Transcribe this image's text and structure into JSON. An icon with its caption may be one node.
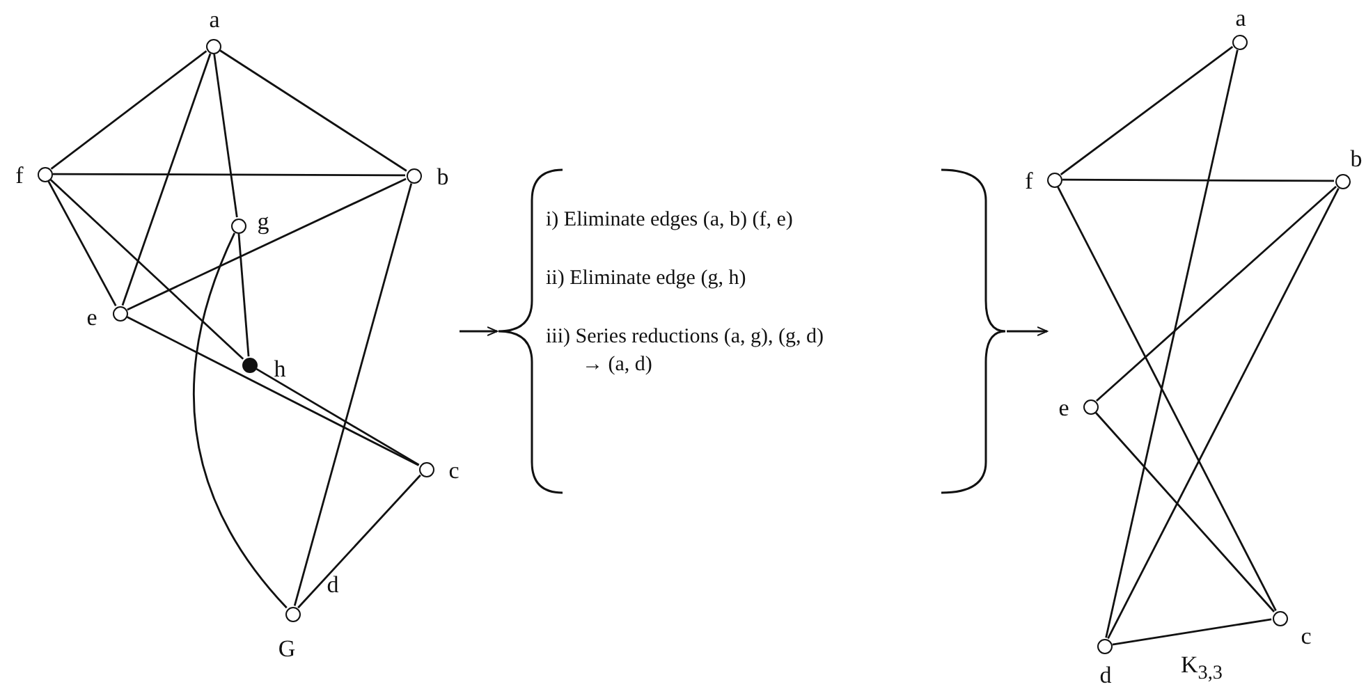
{
  "diagram": {
    "nodes": [
      {
        "text": [
          "a"
        ]
      },
      {
        "text": [
          "f"
        ]
      },
      {
        "text": [
          "b"
        ]
      },
      {
        "text": [
          "g"
        ]
      },
      {
        "text": [
          "e"
        ]
      },
      {
        "text": [
          "h"
        ]
      },
      {
        "text": [
          "c"
        ]
      },
      {
        "text": [
          "d"
        ]
      },
      {
        "text": [
          "i) Eliminate edges (a, b) (f, e)",
          "ii) Eliminate edge (g, h)",
          "iii) Series reductions (a, g), (g, d) → (a, d)"
        ]
      },
      {
        "text": [
          "a"
        ]
      },
      {
        "text": [
          "f"
        ]
      },
      {
        "text": [
          "b"
        ]
      },
      {
        "text": [
          "e"
        ]
      },
      {
        "text": [
          "c"
        ]
      },
      {
        "text": [
          "d"
        ]
      }
    ],
    "edges": [
      {
        "from": 0,
        "to": 1,
        "arrow": "none"
      },
      {
        "from": 0,
        "to": 2,
        "arrow": "none"
      },
      {
        "from": 0,
        "to": 4,
        "arrow": "none"
      },
      {
        "from": 0,
        "to": 3,
        "arrow": "none"
      },
      {
        "from": 1,
        "to": 2,
        "arrow": "none"
      },
      {
        "from": 1,
        "to": 4,
        "arrow": "none"
      },
      {
        "from": 1,
        "to": 5,
        "arrow": "none"
      },
      {
        "from": 5,
        "to": 6,
        "arrow": "none"
      },
      {
        "from": 2,
        "to": 4,
        "arrow": "none"
      },
      {
        "from": 2,
        "to": 7,
        "arrow": "none"
      },
      {
        "from": 3,
        "to": 5,
        "arrow": "none"
      },
      {
        "from": 3,
        "to": 7,
        "arrow": "none"
      },
      {
        "from": 4,
        "to": 6,
        "arrow": "none"
      },
      {
        "from": 6,
        "to": 7,
        "arrow": "none"
      },
      {
        "from": null,
        "to": 8,
        "arrow": "to"
      },
      {
        "from": 8,
        "to": null,
        "arrow": "to"
      },
      {
        "from": 9,
        "to": 10,
        "arrow": "none"
      },
      {
        "from": 9,
        "to": 14,
        "arrow": "none"
      },
      {
        "from": 10,
        "to": 11,
        "arrow": "none"
      },
      {
        "from": 10,
        "to": 13,
        "arrow": "none"
      },
      {
        "from": 11,
        "to": 12,
        "arrow": "none"
      },
      {
        "from": 11,
        "to": 14,
        "arrow": "none"
      },
      {
        "from": 12,
        "to": 13,
        "arrow": "none"
      },
      {
        "from": 14,
        "to": 13,
        "arrow": "none"
      }
    ],
    "labels": [
      "G",
      "K$_{3,3}$"
    ]
  }
}
